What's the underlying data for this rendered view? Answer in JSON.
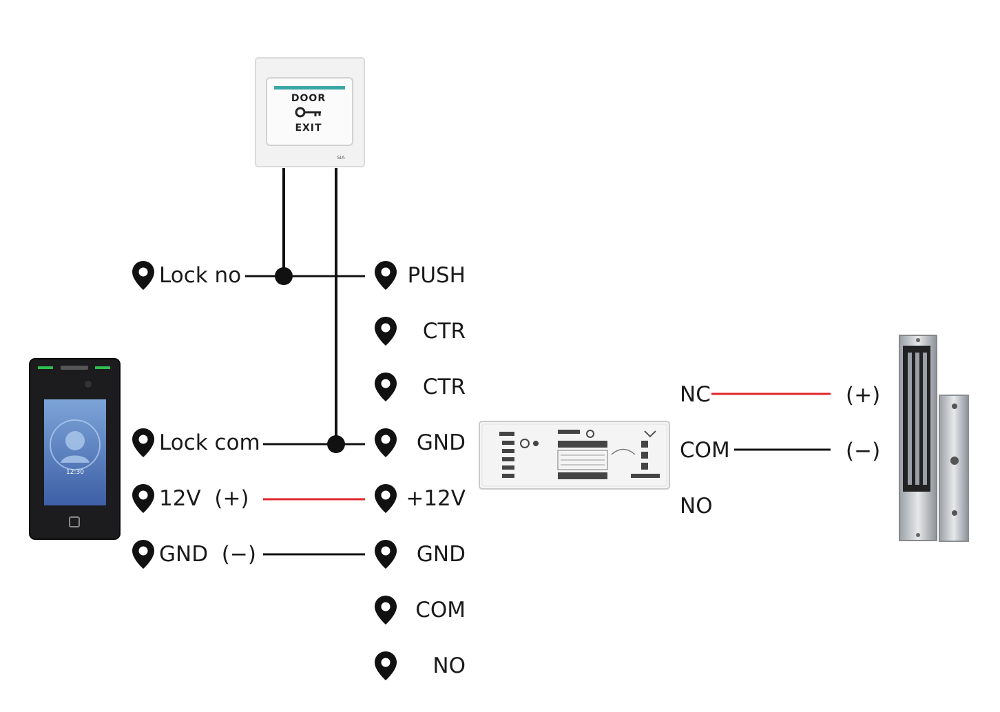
{
  "exit_button": {
    "top_text": "DOOR",
    "bottom_text": "EXIT",
    "brand": "SIA",
    "icon": "key-icon"
  },
  "reader": {
    "icon": "face-recognition-terminal",
    "time": "12:30"
  },
  "reader_terminals": [
    {
      "label": "Lock no"
    },
    {
      "label": "Lock com"
    },
    {
      "label": "12V  (+)"
    },
    {
      "label": "GND  (−)"
    }
  ],
  "power_terminals": [
    {
      "label": "PUSH"
    },
    {
      "label": "CTR"
    },
    {
      "label": "CTR"
    },
    {
      "label": "GND"
    },
    {
      "label": "+12V"
    },
    {
      "label": "GND"
    },
    {
      "label": "COM"
    },
    {
      "label": "NO"
    }
  ],
  "relay_terminals": [
    {
      "label": "NC"
    },
    {
      "label": "COM"
    },
    {
      "label": "NO"
    }
  ],
  "lock_terminals": [
    {
      "label": "(+)"
    },
    {
      "label": "(−)"
    }
  ],
  "colors": {
    "wire_black": "#111111",
    "wire_red": "#e0252b",
    "pin": "#111111"
  },
  "icons": {
    "terminal_marker": "map-pin-icon",
    "maglock": "electromagnetic-lock-icon",
    "power_supply": "access-power-supply-icon"
  }
}
